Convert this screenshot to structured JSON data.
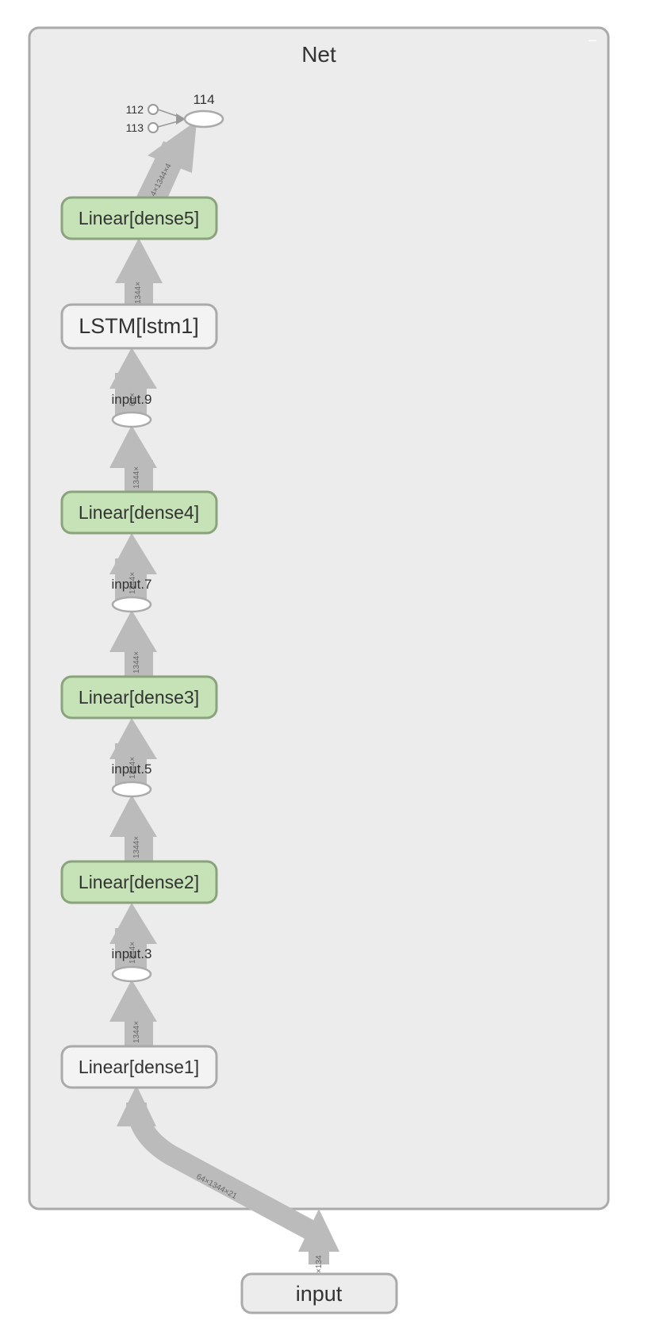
{
  "graph": {
    "container_title": "Net",
    "collapse_button": "−",
    "nodes": {
      "linear_dense5": "Linear[dense5]",
      "lstm_lstm1": "LSTM[lstm1]",
      "input_9": "input.9",
      "linear_dense4": "Linear[dense4]",
      "input_7": "input.7",
      "linear_dense3": "Linear[dense3]",
      "input_5": "input.5",
      "linear_dense2": "Linear[dense2]",
      "input_3": "input.3",
      "linear_dense1": "Linear[dense1]",
      "input": "input",
      "const_112": "112",
      "const_113": "113",
      "out_114": "114"
    },
    "edge_labels": {
      "dense5_to_114": "4×1344×4",
      "lstm_to_dense5": "1344×",
      "input9_to_lstm": "64×",
      "dense4_to_input9": "1344×",
      "input7_to_dense4": "1344×",
      "dense3_to_input7": "1344×",
      "input5_to_dense3": "1344×",
      "dense2_to_input5": "1344×",
      "input3_to_dense2": "1344×",
      "dense1_to_input3": "1344×",
      "input_to_dense1": "64×1344×21",
      "input_out": "×134"
    },
    "colors": {
      "canvas": "#ffffff",
      "container_fill": "#ececec",
      "container_stroke": "#aaaaaa",
      "edge": "#bbbbbb",
      "op_fill": "#c6e3b7",
      "op_stroke": "#8aa37c",
      "module_fill": "#f3f3f3",
      "module_stroke": "#aaaaaa",
      "text": "#333333",
      "edge_text": "#666666"
    }
  }
}
